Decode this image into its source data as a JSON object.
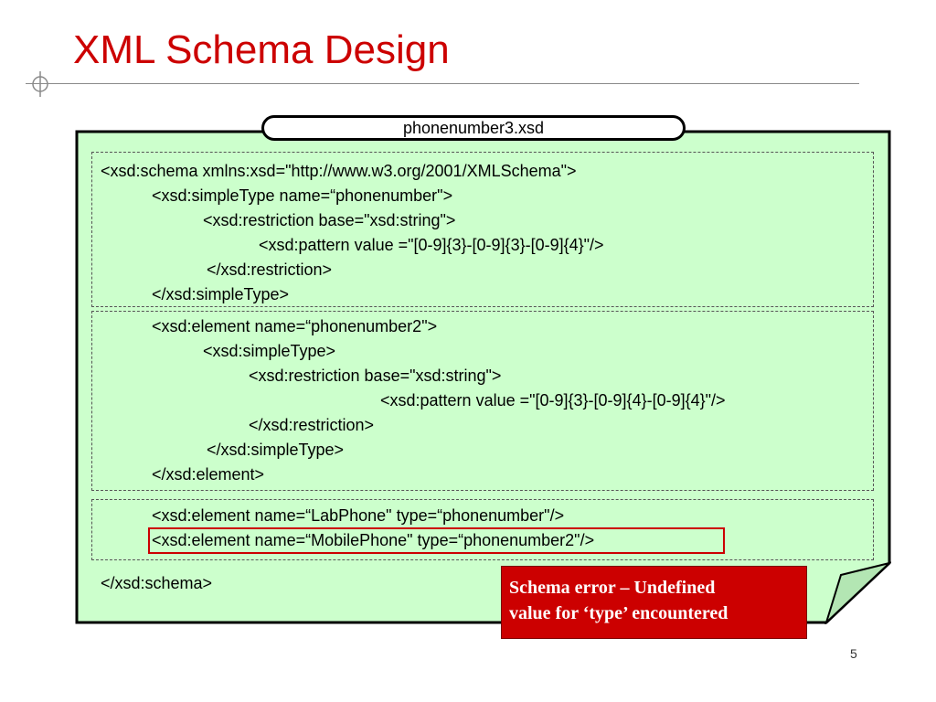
{
  "slide": {
    "title": "XML Schema Design",
    "page_number": "5"
  },
  "file_tab": {
    "label": "phonenumber3.xsd"
  },
  "code": {
    "lines": [
      "<xsd:schema xmlns:xsd=\"http://www.w3.org/2001/XMLSchema\">",
      "<xsd:simpleType name=“phonenumber\">",
      "<xsd:restriction base=\"xsd:string\">",
      "<xsd:pattern value =\"[0-9]{3}-[0-9]{3}-[0-9]{4}\"/>",
      "</xsd:restriction>",
      "</xsd:simpleType>",
      "<xsd:element name=“phonenumber2\">",
      "<xsd:simpleType>",
      "<xsd:restriction base=\"xsd:string\">",
      "<xsd:pattern value =\"[0-9]{3}-[0-9]{4}-[0-9]{4}\"/>",
      "</xsd:restriction>",
      "</xsd:simpleType>",
      "</xsd:element>",
      "<xsd:element name=“LabPhone\" type=“phonenumber\"/>",
      "<xsd:element name=“MobilePhone\" type=“phonenumber2\"/>",
      "</xsd:schema>"
    ]
  },
  "error_callout": {
    "line1": "Schema error – Undefined",
    "line2": "value for ‘type’ encountered"
  },
  "colors": {
    "title": "#cc0000",
    "card_fill": "#ccffcc",
    "error_fill": "#cc0000",
    "error_text": "#ffffff"
  }
}
